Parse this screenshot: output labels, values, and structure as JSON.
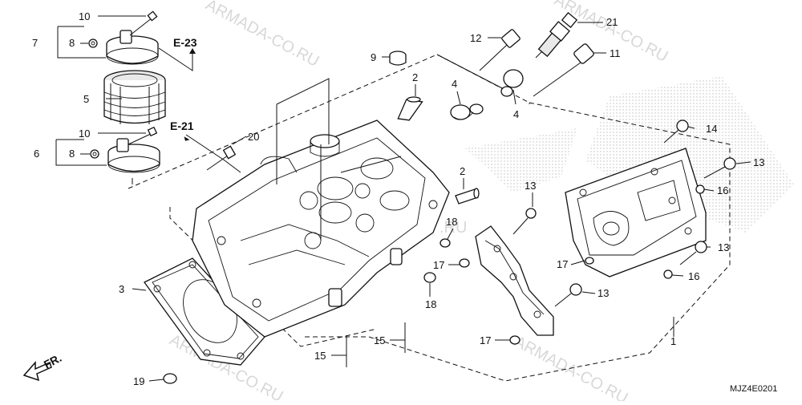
{
  "watermarks": [
    "ARMADA-CO.RU",
    "ARMADA-CO.RU",
    "ARMADA-CO.RU",
    "ARMADA-CO.RU",
    ".RU"
  ],
  "direction_marker": "FR.",
  "diagram_code": "MJZ4E0201",
  "references": [
    "E-23",
    "E-21"
  ],
  "callouts": [
    "10",
    "7",
    "8",
    "5",
    "10",
    "6",
    "8",
    "20",
    "9",
    "2",
    "4",
    "4",
    "12",
    "21",
    "11",
    "2",
    "14",
    "13",
    "13",
    "16",
    "18",
    "17",
    "18",
    "3",
    "13",
    "17",
    "16",
    "13",
    "15",
    "15",
    "19",
    "17",
    "1"
  ]
}
